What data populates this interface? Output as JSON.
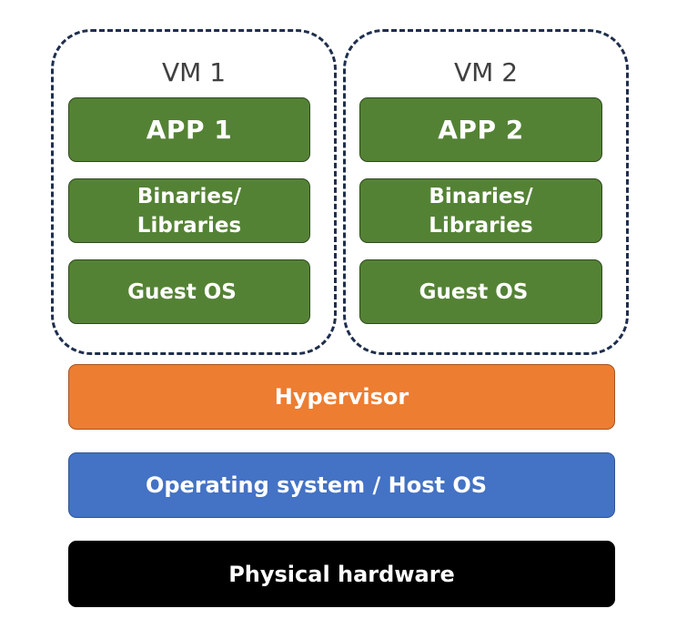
{
  "vms": [
    {
      "title": "VM 1",
      "app": "APP 1",
      "binaries": "Binaries/",
      "libraries": "Libraries",
      "guest_os": "Guest OS"
    },
    {
      "title": "VM 2",
      "app": "APP 2",
      "binaries": "Binaries/",
      "libraries": "Libraries",
      "guest_os": "Guest OS"
    }
  ],
  "hypervisor": "Hypervisor",
  "host_os": "Operating system / Host OS",
  "hardware": "Physical hardware",
  "colors": {
    "vm_layer": "#548235",
    "hypervisor": "#ed7d31",
    "host_os": "#4472c4",
    "hardware": "#000000",
    "dashed_border": "#1f2e4d"
  }
}
